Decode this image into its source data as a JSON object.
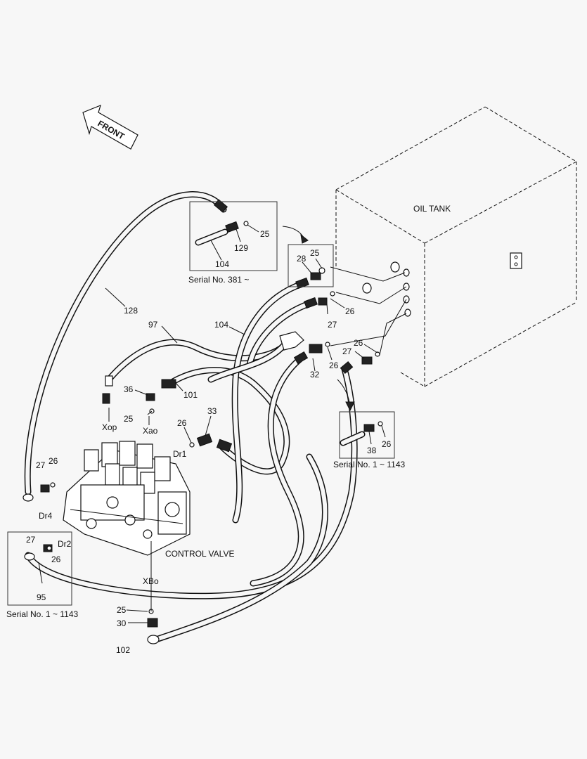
{
  "front_label": "FRONT",
  "oil_tank_label": "OIL TANK",
  "control_valve_label": "CONTROL VALVE",
  "serial_labels": {
    "top_inset": "Serial No. 381 ~",
    "right_inset": "Serial No. 1 ~ 1143",
    "left_inset": "Serial No. 1 ~ 1143"
  },
  "port_labels": {
    "xop": "Xop",
    "xao": "Xao",
    "dr1": "Dr1",
    "dr4": "Dr4",
    "dr2": "Dr2",
    "xbo": "XBo"
  },
  "callouts": {
    "c128": "128",
    "c97": "97",
    "c104_main": "104",
    "c101": "101",
    "c36": "36",
    "c25_xao": "25",
    "c33": "33",
    "c26_dr1": "26",
    "c27_dr4": "27",
    "c26_dr4": "26",
    "c27_dr2": "27",
    "c26_dr2": "26",
    "c95": "95",
    "c25_bottom": "25",
    "c30": "30",
    "c102": "102",
    "c129": "129",
    "c25_top_inset": "25",
    "c104_inset": "104",
    "c28": "28",
    "c25_tank": "25",
    "c26_tank_mid": "26",
    "c27_tank_mid": "27",
    "c26_tank_low": "26",
    "c27_tank_low": "27",
    "c26_tank_elbow": "26",
    "c32": "32",
    "c38": "38",
    "c26_right_inset": "26"
  }
}
